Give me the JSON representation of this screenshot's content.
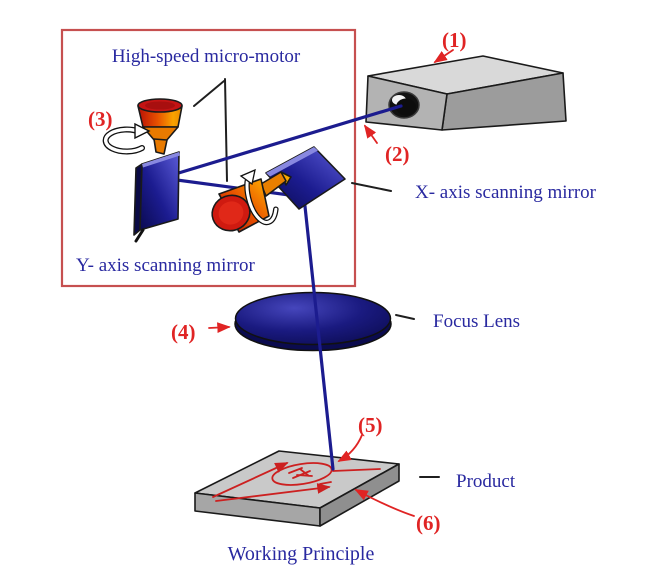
{
  "diagram": {
    "frame_label": "High-speed micro-motor",
    "y_mirror_label": "Y- axis scanning mirror",
    "x_mirror_label": "X- axis scanning mirror",
    "lens_label": "Focus Lens",
    "product_label": "Product",
    "caption": "Working Principle",
    "callout_1": "(1)",
    "callout_2": "(2)",
    "callout_3": "(3)",
    "callout_4": "(4)",
    "callout_5": "(5)",
    "callout_6": "(6)",
    "colors": {
      "label_blue": "#2929a0",
      "callout_red": "#e02424",
      "frame_red": "#c65050",
      "beam_blue": "#1c1c8f",
      "mirror_navy": "#1a1a80",
      "motor_red": "#cf1d17",
      "motor_orange": "#f59300",
      "metal_gray": "#b3b3b3"
    }
  }
}
